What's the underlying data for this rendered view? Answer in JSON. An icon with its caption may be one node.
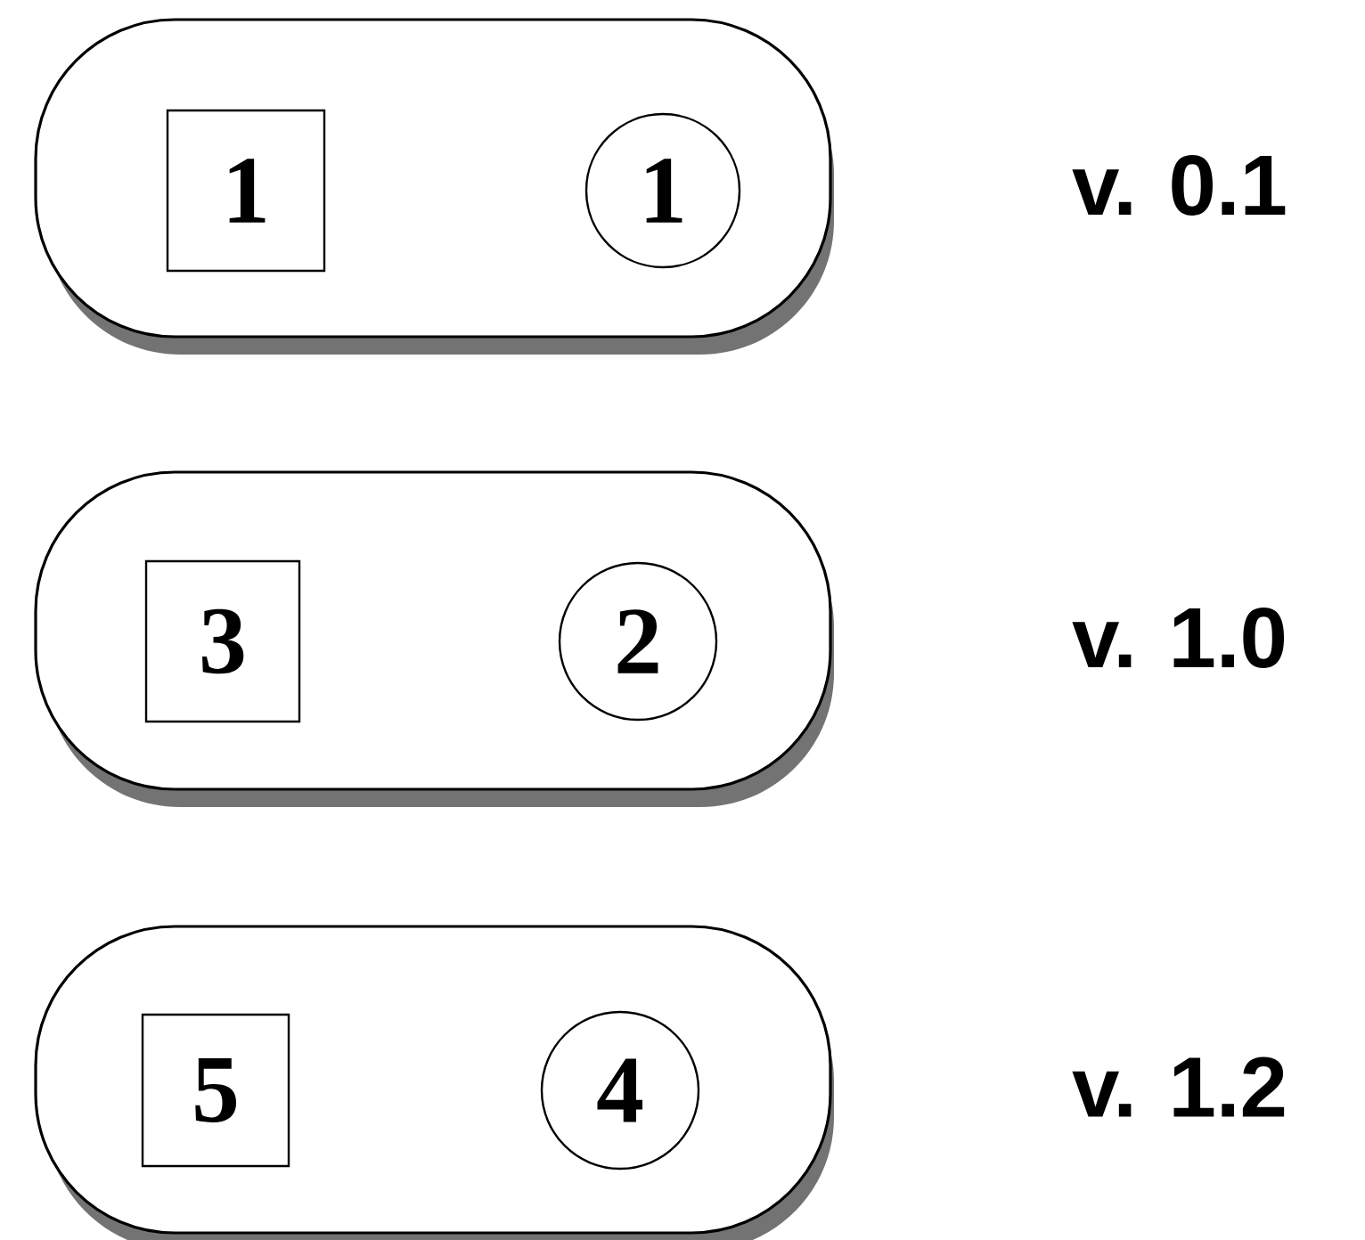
{
  "diagram": {
    "nodes": [
      {
        "text": [],
        "shape": "box",
        "beside": [
          "v. 0.1"
        ]
      },
      {
        "text": [
          "1"
        ],
        "in": 0
      },
      {
        "text": [
          "1"
        ],
        "in": 0
      },
      {
        "text": [],
        "shape": "box",
        "beside": [
          "v. 1.0"
        ]
      },
      {
        "text": [
          "3"
        ],
        "in": 3
      },
      {
        "text": [
          "2"
        ],
        "in": 3
      },
      {
        "text": [],
        "shape": "box",
        "beside": [
          "v. 1.2"
        ]
      },
      {
        "text": [
          "5"
        ],
        "in": 6
      },
      {
        "text": [
          "4"
        ],
        "in": 6
      }
    ]
  }
}
